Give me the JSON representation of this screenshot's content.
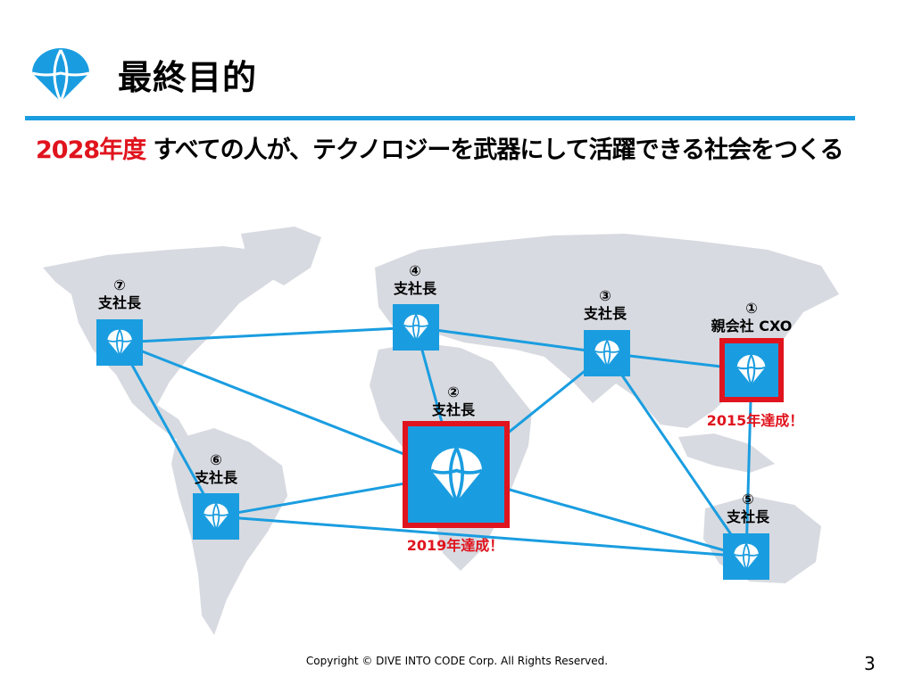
{
  "slide": {
    "title": "最終目的",
    "goal_year": "2028年度",
    "goal_text": " すべての人が、テクノロジーを武器にして活躍できる社会をつくる",
    "copyright": "Copyright © DIVE INTO CODE Corp. All Rights Reserved.",
    "page_number": "3"
  },
  "colors": {
    "accent": "#1a9de0",
    "highlight": "#e0141e",
    "map": "#d7dae0"
  },
  "icons": {
    "logo": "globe-parachute-icon",
    "node": "parachute-icon"
  },
  "nodes": [
    {
      "id": "n1",
      "num": "①",
      "role": "親会社 CXO",
      "achievement": "2015年達成！",
      "goal": true
    },
    {
      "id": "n2",
      "num": "②",
      "role": "支社長",
      "achievement": "2019年達成！",
      "goal": true
    },
    {
      "id": "n3",
      "num": "③",
      "role": "支社長",
      "achievement": "",
      "goal": false
    },
    {
      "id": "n4",
      "num": "④",
      "role": "支社長",
      "achievement": "",
      "goal": false
    },
    {
      "id": "n5",
      "num": "⑤",
      "role": "支社長",
      "achievement": "",
      "goal": false
    },
    {
      "id": "n6",
      "num": "⑥",
      "role": "支社長",
      "achievement": "",
      "goal": false
    },
    {
      "id": "n7",
      "num": "⑦",
      "role": "支社長",
      "achievement": "",
      "goal": false
    }
  ],
  "links": [
    [
      "n7",
      "n4"
    ],
    [
      "n7",
      "n6"
    ],
    [
      "n7",
      "n2"
    ],
    [
      "n4",
      "n3"
    ],
    [
      "n4",
      "n2"
    ],
    [
      "n3",
      "n1"
    ],
    [
      "n3",
      "n2"
    ],
    [
      "n3",
      "n5"
    ],
    [
      "n1",
      "n5"
    ],
    [
      "n2",
      "n6"
    ],
    [
      "n2",
      "n5"
    ],
    [
      "n6",
      "n5"
    ]
  ]
}
